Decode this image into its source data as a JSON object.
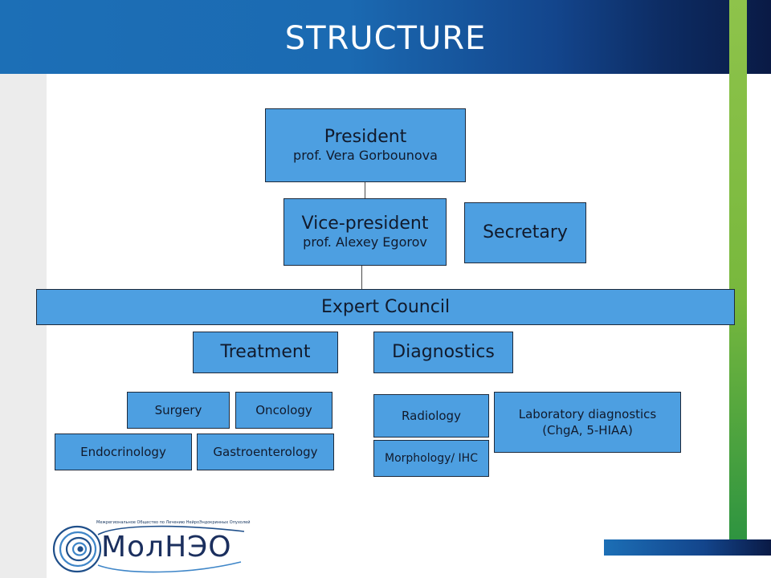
{
  "header": {
    "title": "STRUCTURE"
  },
  "president": {
    "role": "President",
    "name": "prof. Vera Gorbounova"
  },
  "vice_president": {
    "role": "Vice-president",
    "name": "prof. Alexey Egorov"
  },
  "secretary": {
    "role": "Secretary"
  },
  "expert_council": {
    "label": "Expert Council"
  },
  "treatment": {
    "label": "Treatment",
    "items": [
      "Surgery",
      "Oncology",
      "Endocrinology",
      "Gastroenterology"
    ]
  },
  "diagnostics": {
    "label": "Diagnostics",
    "items": [
      "Radiology",
      "Morphology/ IHC"
    ],
    "laboratory": {
      "line1": "Laboratory diagnostics",
      "line2": "(ChgA, 5-HIAA)"
    }
  },
  "logo": {
    "word": "МолНЭО",
    "tagline": "Межрегиональное Общество по Лечению НейроЭндокринных Опухолей"
  },
  "colors": {
    "box_fill": "#4d9fe1",
    "box_border": "#1d2a3c",
    "header": "#1c6fb6",
    "accent_green": "#78b83d"
  }
}
